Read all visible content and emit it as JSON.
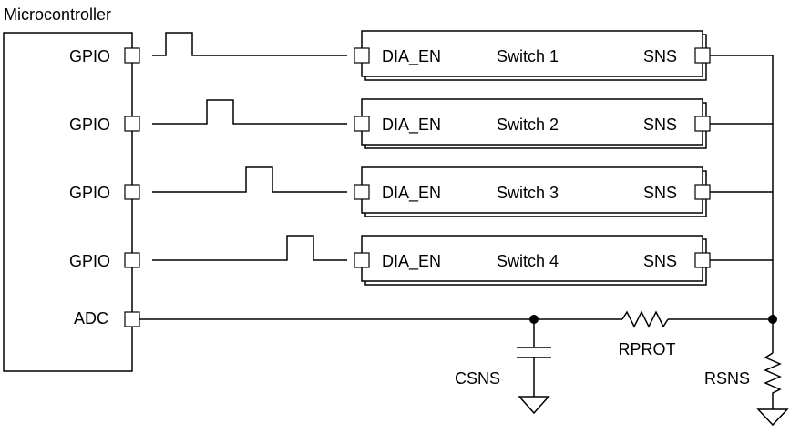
{
  "mcu": {
    "title": "Microcontroller",
    "gpio_pins": [
      "GPIO",
      "GPIO",
      "GPIO",
      "GPIO"
    ],
    "adc_pin": "ADC"
  },
  "switches": [
    {
      "enable_pin": "DIA_EN",
      "name": "Switch 1",
      "sense_pin": "SNS"
    },
    {
      "enable_pin": "DIA_EN",
      "name": "Switch 2",
      "sense_pin": "SNS"
    },
    {
      "enable_pin": "DIA_EN",
      "name": "Switch 3",
      "sense_pin": "SNS"
    },
    {
      "enable_pin": "DIA_EN",
      "name": "Switch 4",
      "sense_pin": "SNS"
    }
  ],
  "components": {
    "capacitor_label": "CSNS",
    "protection_resistor_label": "RPROT",
    "sense_resistor_label": "RSNS"
  }
}
